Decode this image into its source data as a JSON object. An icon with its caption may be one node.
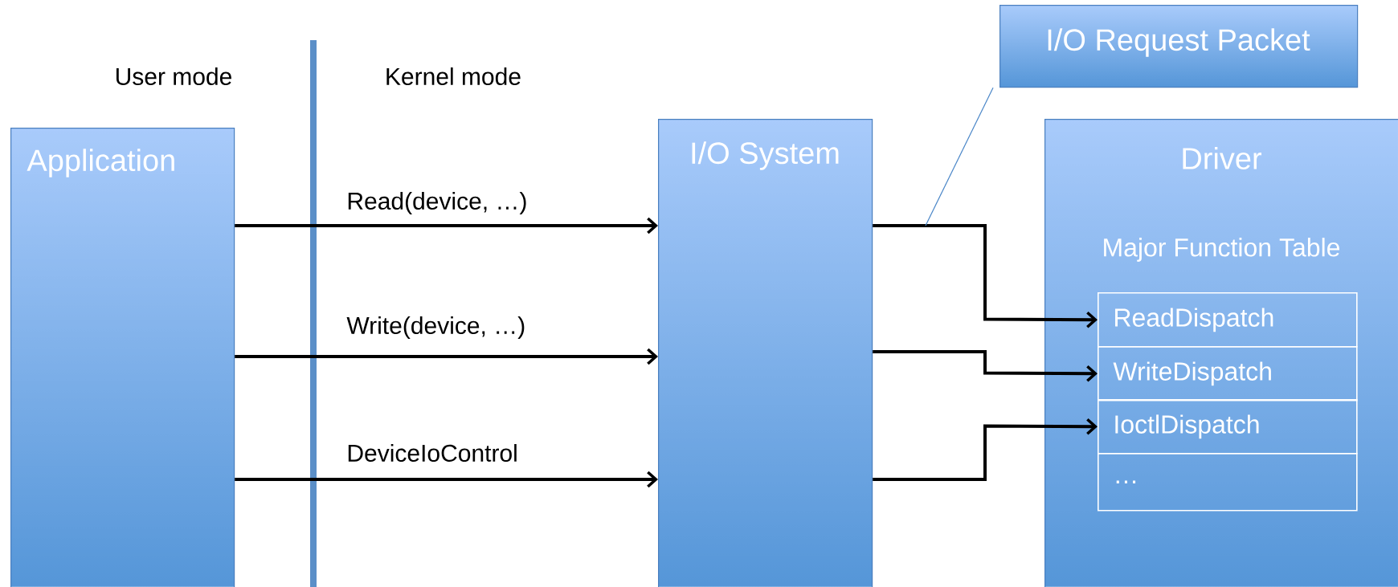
{
  "diagram": {
    "nodes": [
      {
        "text": [
          "Application"
        ]
      },
      {
        "text": [
          "I/O System"
        ]
      },
      {
        "text": [
          "Driver",
          "Major Function Table"
        ]
      },
      {
        "text": [
          "ReadDispatch"
        ],
        "in": 2
      },
      {
        "text": [
          "WriteDispatch"
        ],
        "in": 2
      },
      {
        "text": [
          "IoctlDispatch"
        ],
        "in": 2
      },
      {
        "text": [
          "…"
        ],
        "in": 2
      },
      {
        "text": [
          "I/O Request Packet"
        ]
      }
    ],
    "edges": [
      {
        "from": 0,
        "to": 1,
        "arrow": "to",
        "label": "Read(device, …)"
      },
      {
        "from": 0,
        "to": 1,
        "arrow": "to",
        "label": "Write(device, …)"
      },
      {
        "from": 0,
        "to": 1,
        "arrow": "to",
        "label": "DeviceIoControl"
      },
      {
        "from": 1,
        "to": 3,
        "arrow": "to"
      },
      {
        "from": 1,
        "to": 4,
        "arrow": "to"
      },
      {
        "from": 1,
        "to": 5,
        "arrow": "to"
      },
      {
        "from": 7,
        "to": null,
        "arrow": "none",
        "color": "#4a86c8"
      }
    ],
    "labels": [
      "User mode",
      "Kernel mode"
    ]
  }
}
